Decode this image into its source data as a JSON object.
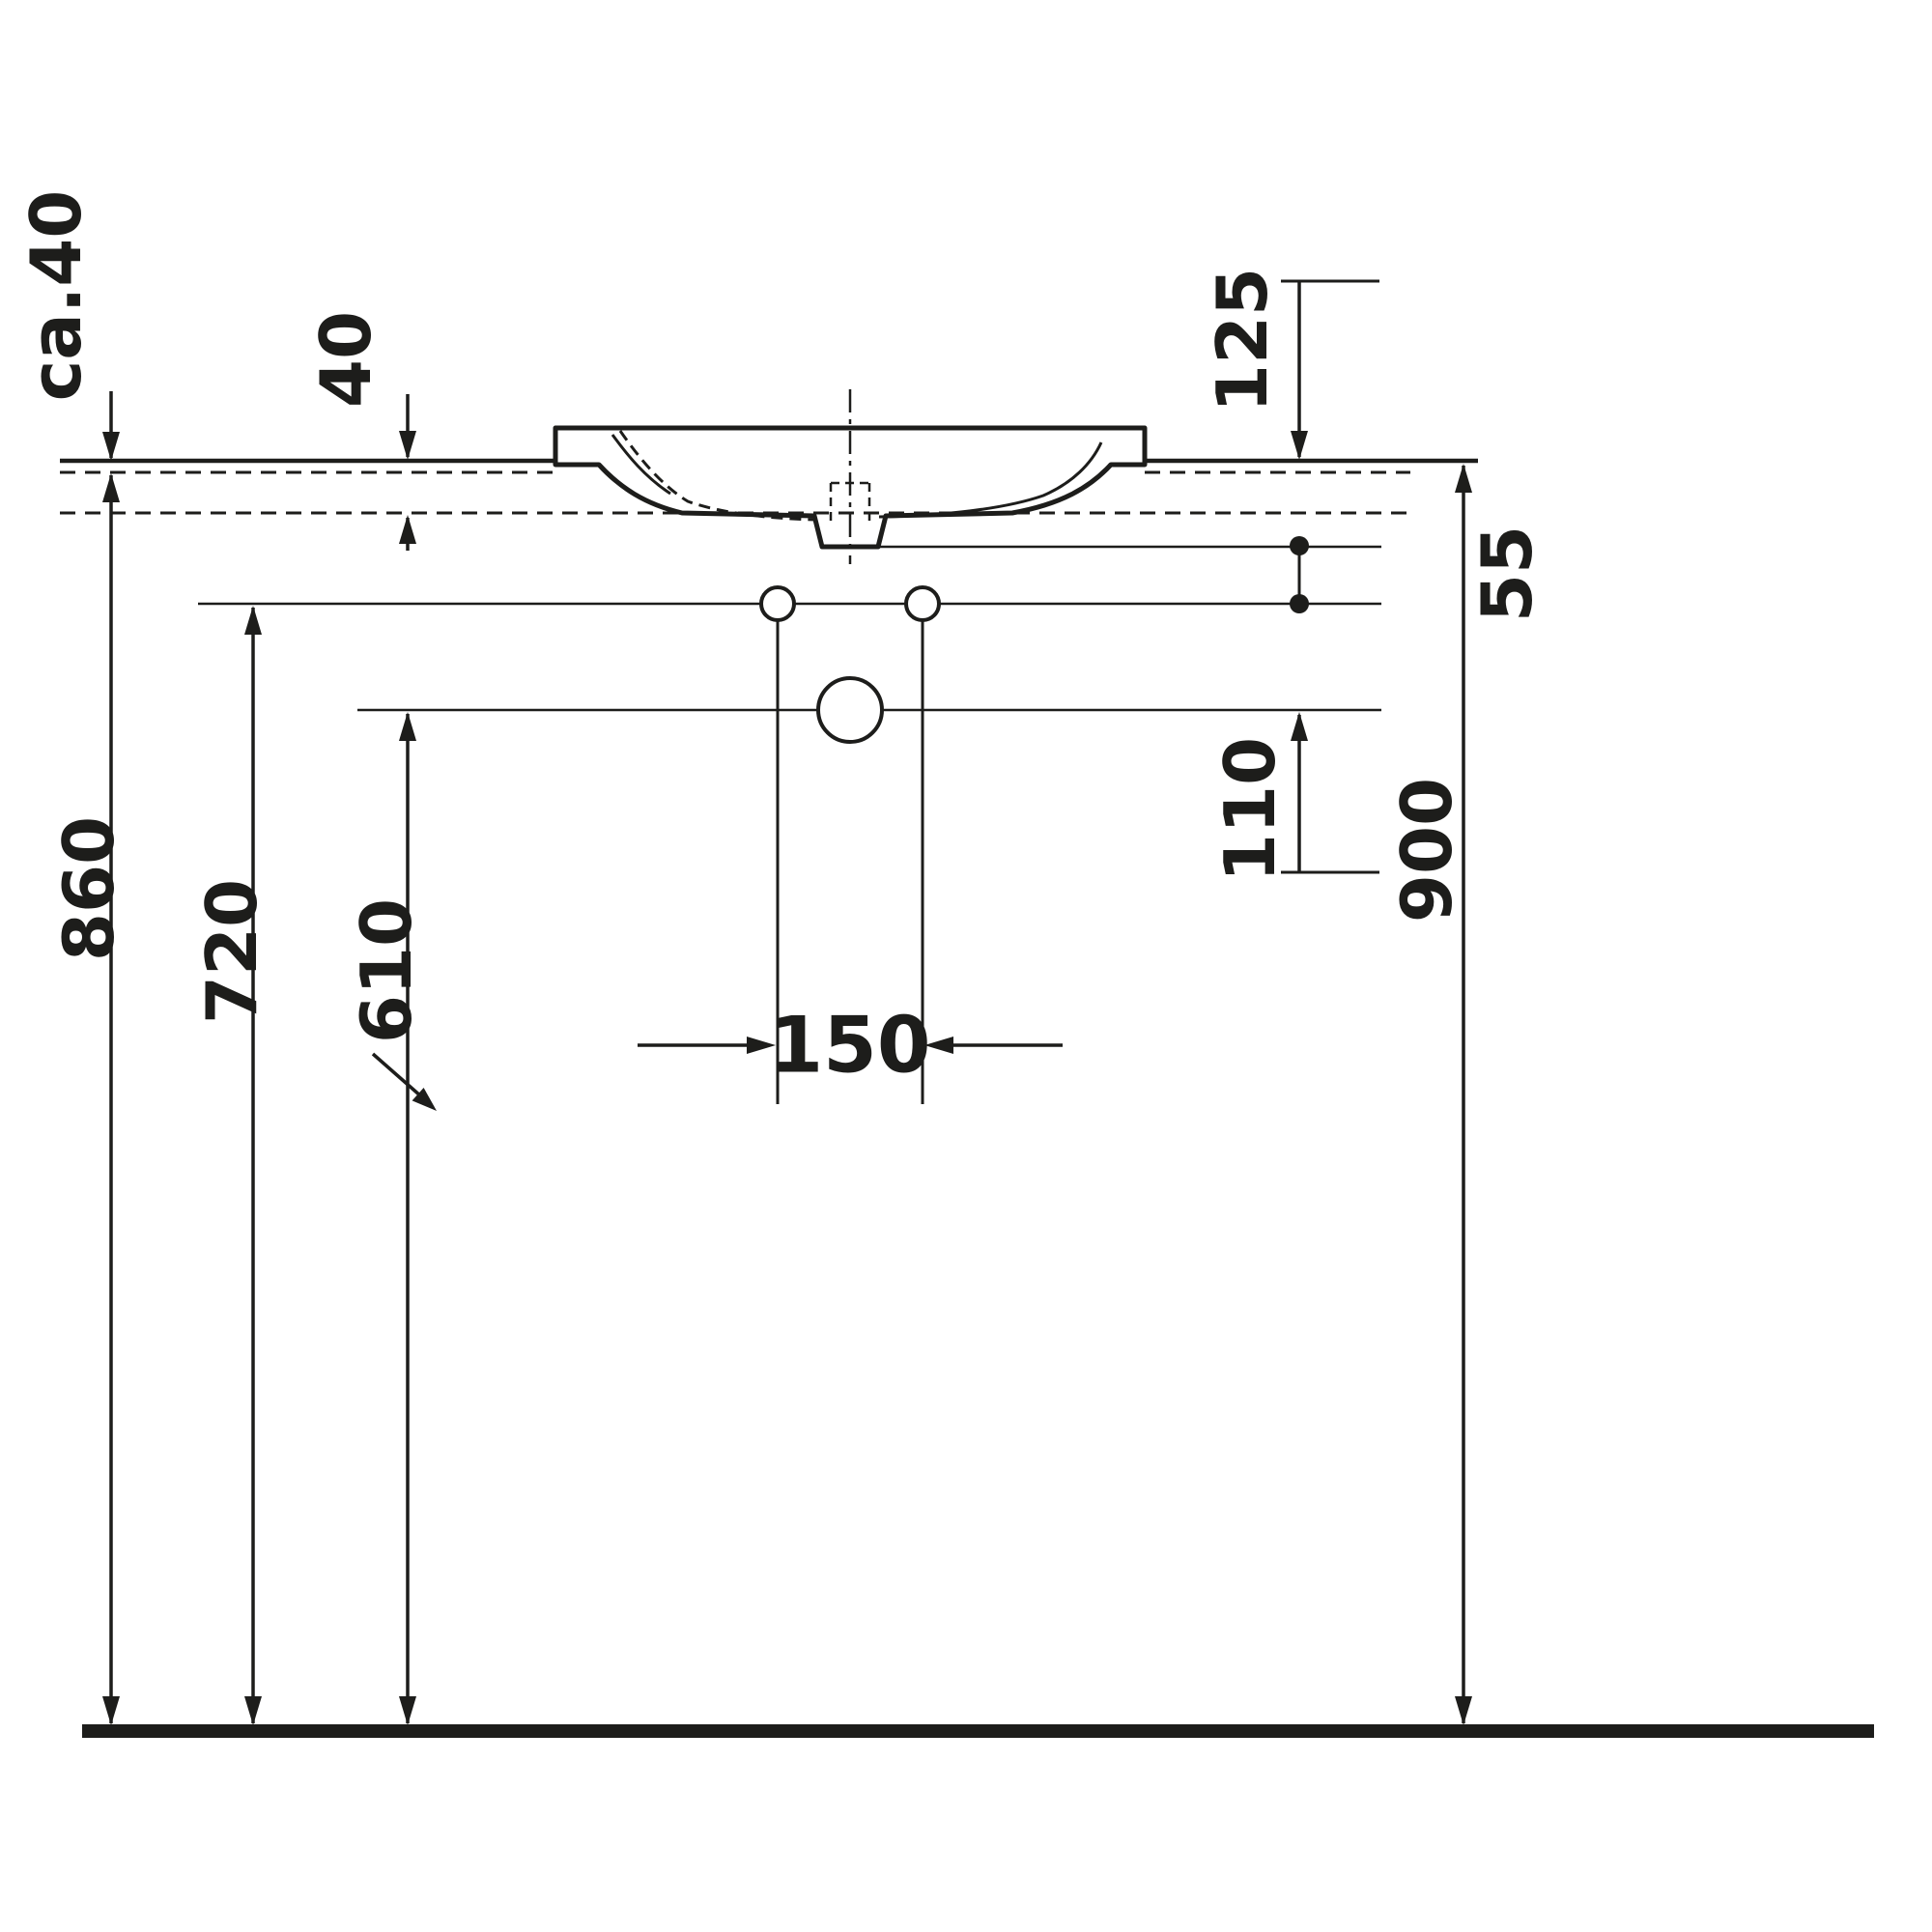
{
  "page": {
    "background": "#ffffff",
    "ink": "#1d1d1b"
  },
  "drawing": {
    "type": "technical-dimension-diagram",
    "dimensions": {
      "ca40": "ca.40",
      "d40": "40",
      "d125": "125",
      "d55": "55",
      "d110": "110",
      "d150": "150",
      "d860": "860",
      "d720": "720",
      "d610": "610",
      "d900": "900"
    }
  }
}
